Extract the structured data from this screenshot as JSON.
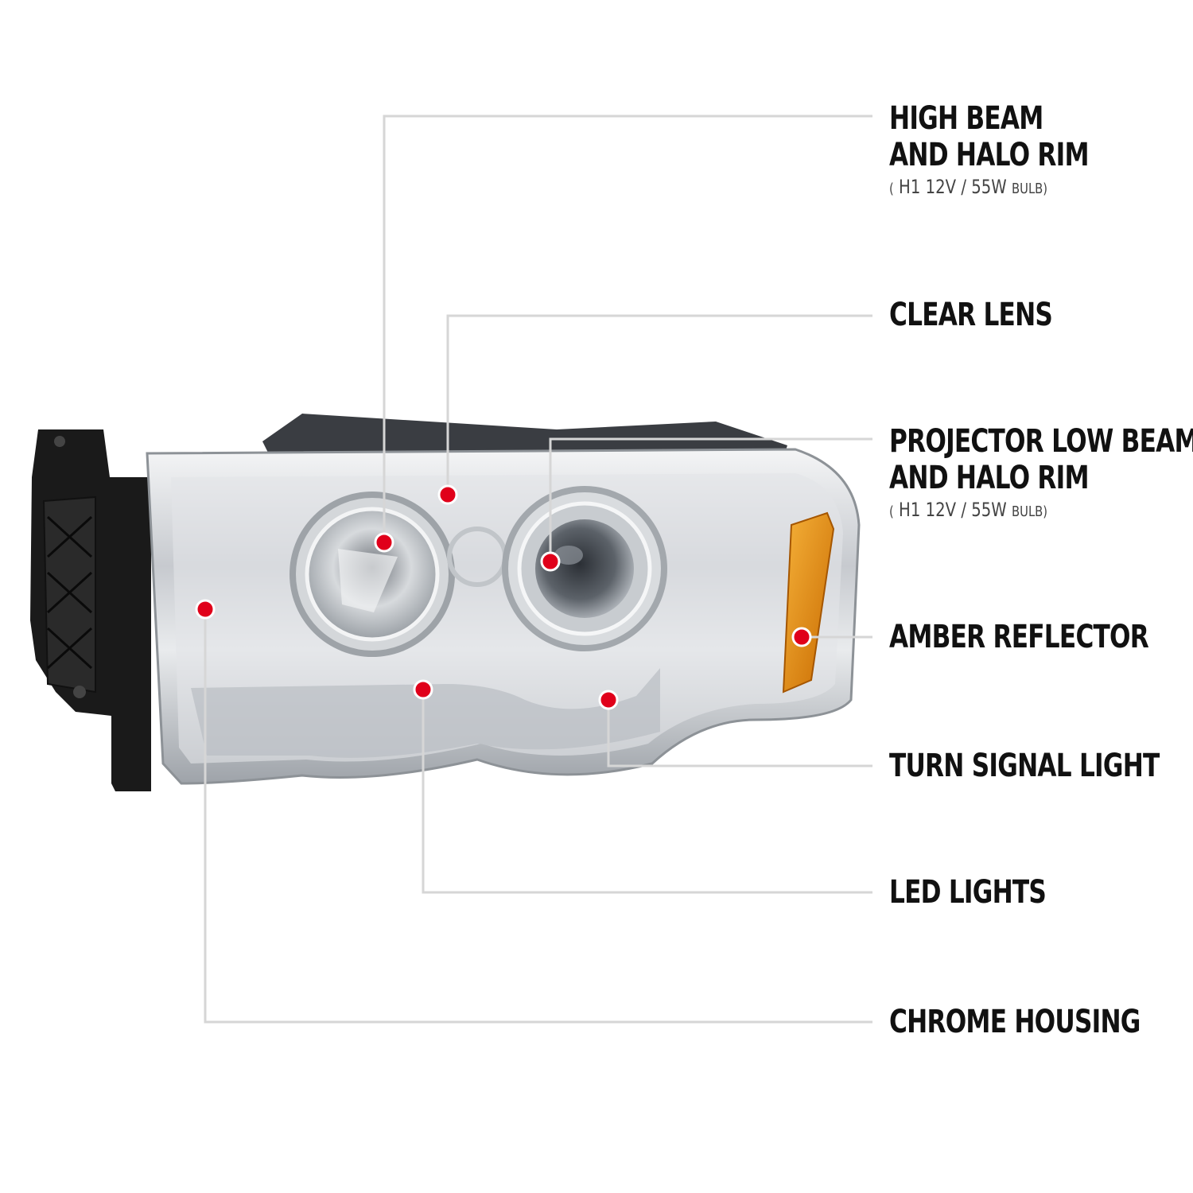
{
  "callouts": [
    {
      "id": "high-beam",
      "lines": [
        "HIGH BEAM",
        "AND HALO RIM"
      ],
      "sub": {
        "open": "(",
        "main": "H1  12V / 55W",
        "small": "BULB",
        "close": ")"
      }
    },
    {
      "id": "clear-lens",
      "lines": [
        "CLEAR LENS"
      ]
    },
    {
      "id": "projector-low-beam",
      "lines": [
        "PROJECTOR LOW BEAM",
        "AND HALO RIM"
      ],
      "sub": {
        "open": "(",
        "main": "H1  12V / 55W",
        "small": "BULB",
        "close": ")"
      }
    },
    {
      "id": "amber-reflector",
      "lines": [
        "AMBER REFLECTOR"
      ]
    },
    {
      "id": "turn-signal-light",
      "lines": [
        "TURN SIGNAL LIGHT"
      ]
    },
    {
      "id": "led-lights",
      "lines": [
        "LED LIGHTS"
      ]
    },
    {
      "id": "chrome-housing",
      "lines": [
        "CHROME HOUSING"
      ]
    }
  ],
  "colors": {
    "background": "#ffffff",
    "leader_line": "#d6d6d6",
    "marker": "#e0001a",
    "text": "#111111",
    "amber": "#e88a10",
    "bracket": "#1a1a1a",
    "chrome": "#c9ccd0"
  }
}
